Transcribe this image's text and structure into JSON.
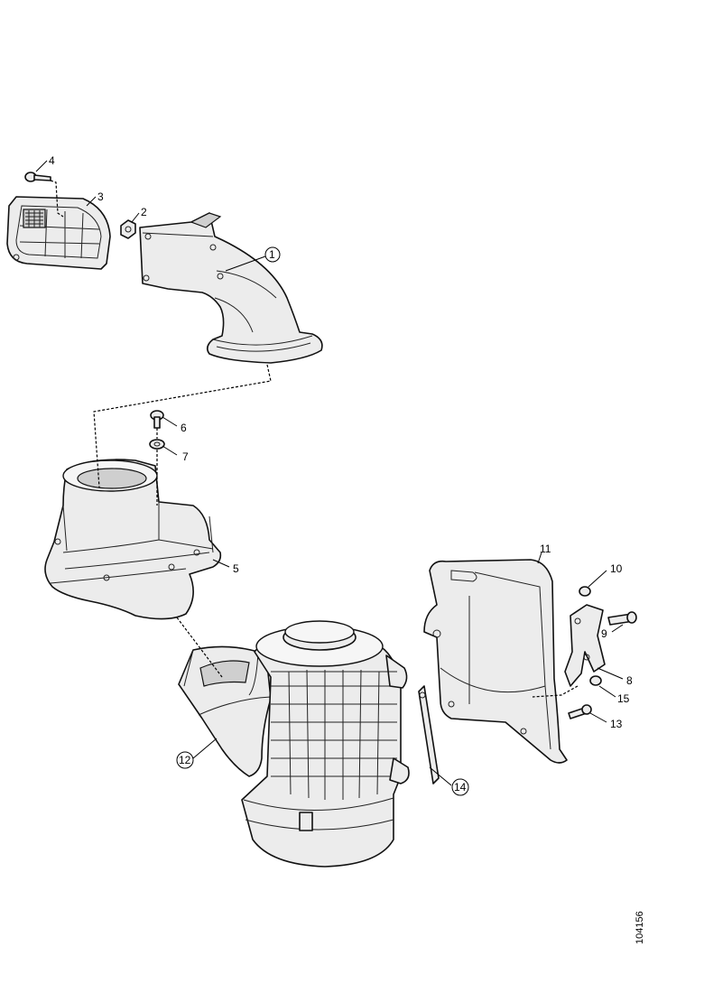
{
  "callouts": {
    "c1": "1",
    "c2": "2",
    "c3": "3",
    "c4": "4",
    "c5": "5",
    "c6": "6",
    "c7": "7",
    "c8": "8",
    "c9": "9",
    "c10": "10",
    "c11": "11",
    "c12": "12",
    "c13": "13",
    "c14": "14",
    "c15": "15"
  },
  "reference_number": "104156"
}
